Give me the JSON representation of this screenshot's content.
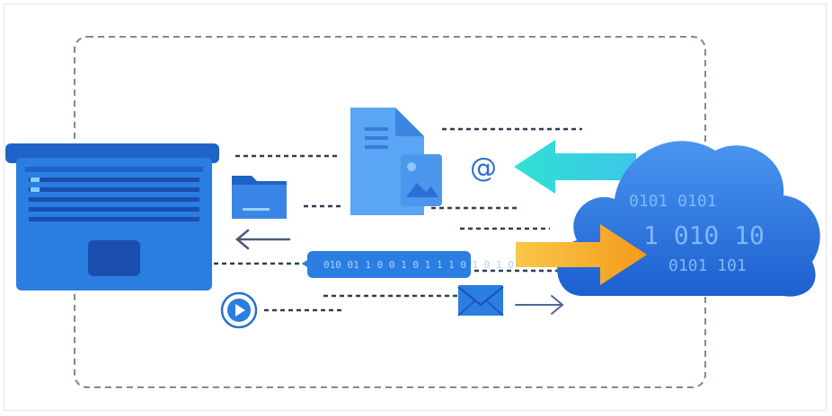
{
  "illustration": {
    "email_symbol": "@",
    "message_bar_text": "010 01 1 0 0 1 0 1 1 1 0 1 0 1 0",
    "cloud_binary": {
      "row1": "0101 0101",
      "row2": "1  010  10",
      "row3": "0101 101"
    }
  },
  "colors": {
    "primary_blue": "#2a7de1",
    "dark_blue": "#1f63c9",
    "light_blue": "#5aa5f5",
    "cyan_arrow": "#2fd8d8",
    "orange_arrow": "#f7b322",
    "dashed_border": "#7a8a9a",
    "dashed_line": "#2d3e55"
  },
  "icons": [
    "laptop-icon",
    "document-icon",
    "image-icon",
    "folder-icon",
    "email-at-icon",
    "message-bar-icon",
    "envelope-icon",
    "play-icon",
    "cloud-icon",
    "left-arrow-icon",
    "right-arrow-icon",
    "incoming-arrow-icon",
    "outgoing-arrow-icon"
  ]
}
